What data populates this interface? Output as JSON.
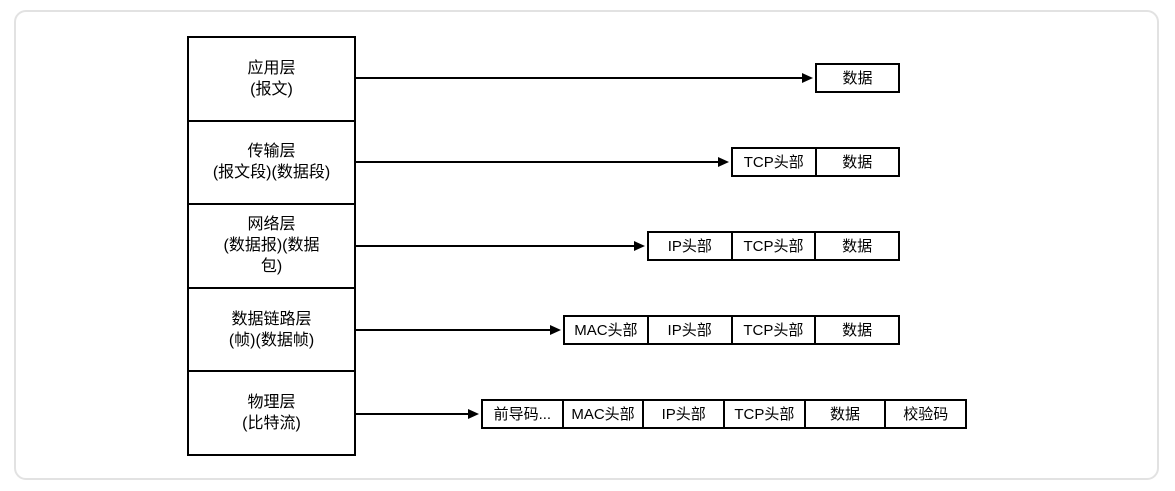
{
  "colors": {
    "line": "#000000",
    "card_border": "#e2e2e2",
    "background": "#ffffff"
  },
  "layers": [
    {
      "label_lines": [
        "应用层",
        "(报文)"
      ],
      "packet_cells": [
        "数据"
      ]
    },
    {
      "label_lines": [
        "传输层",
        "(报文段)(数据段)"
      ],
      "packet_cells": [
        "TCP头部",
        "数据"
      ]
    },
    {
      "label_lines": [
        "网络层",
        "(数据报)(数据",
        "包)"
      ],
      "packet_cells": [
        "IP头部",
        "TCP头部",
        "数据"
      ]
    },
    {
      "label_lines": [
        "数据链路层",
        "(帧)(数据帧)"
      ],
      "packet_cells": [
        "MAC头部",
        "IP头部",
        "TCP头部",
        "数据"
      ]
    },
    {
      "label_lines": [
        "物理层",
        "(比特流)"
      ],
      "packet_cells": [
        "前导码...",
        "MAC头部",
        "IP头部",
        "TCP头部",
        "数据",
        "校验码"
      ]
    }
  ]
}
